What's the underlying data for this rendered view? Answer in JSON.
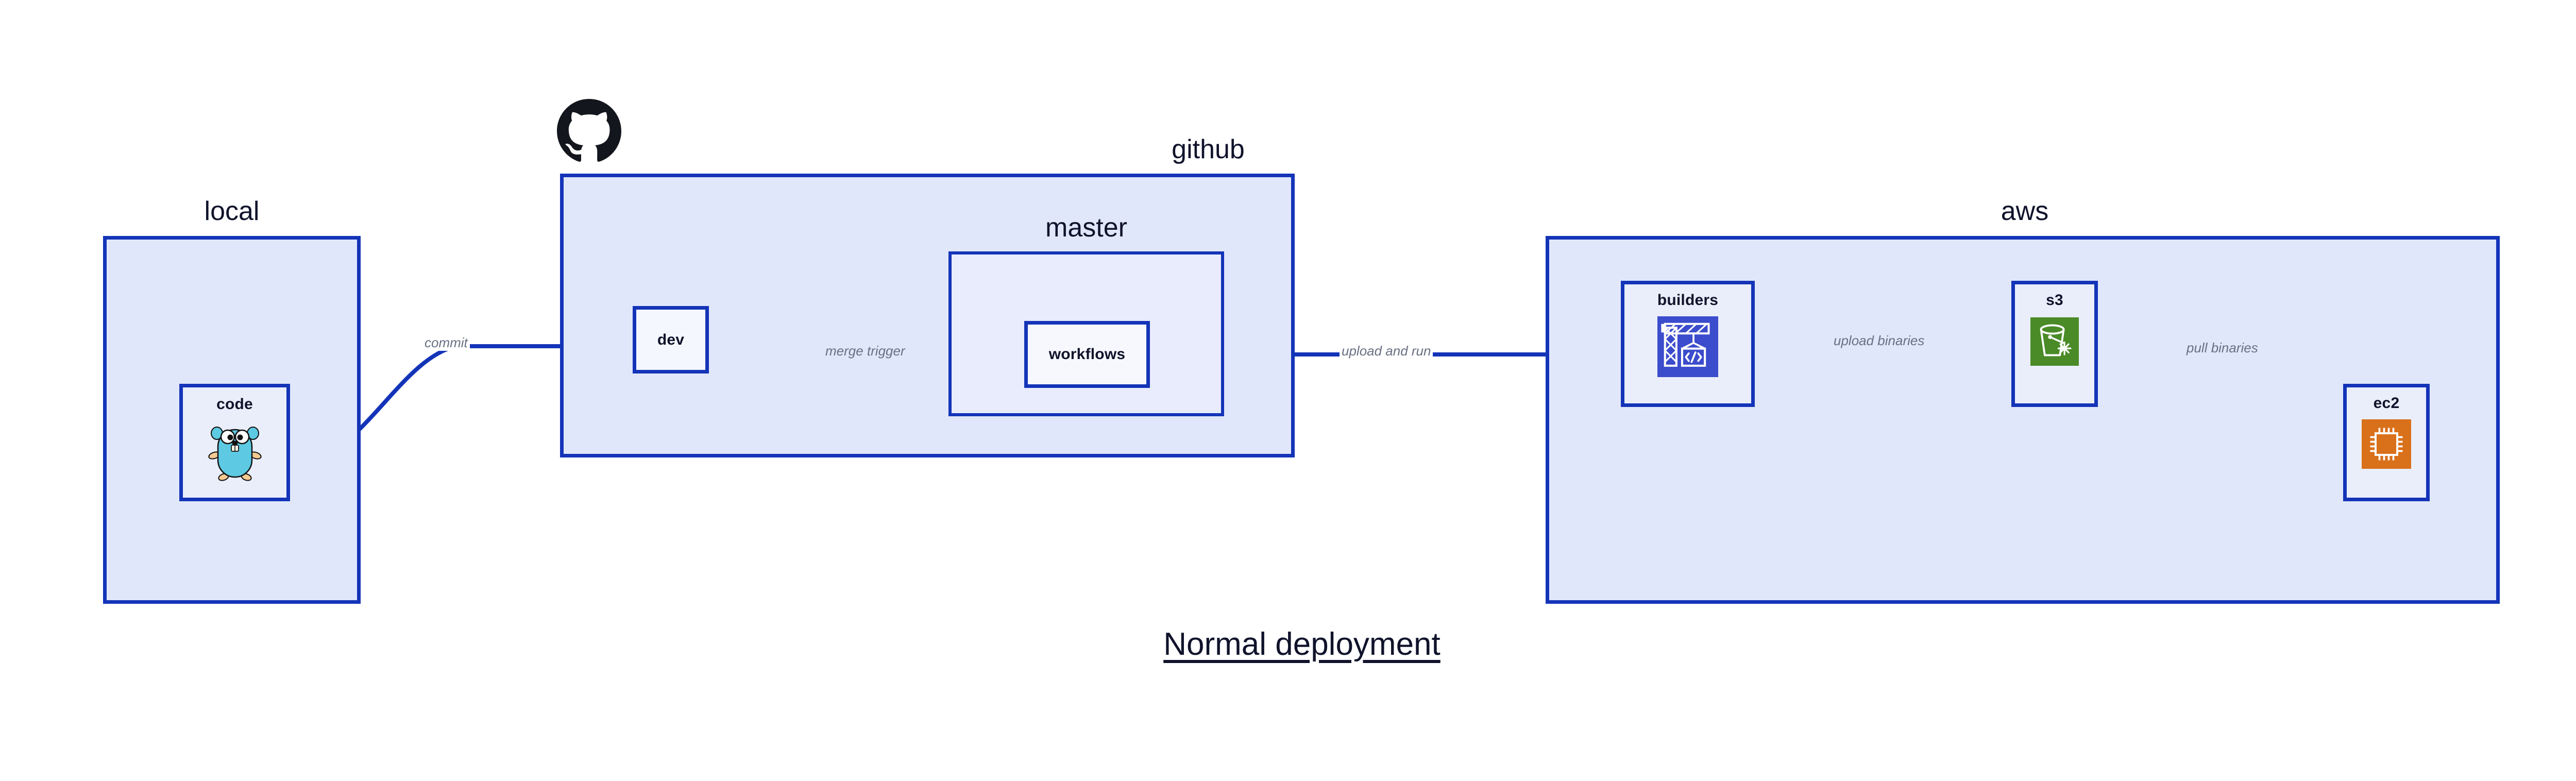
{
  "diagram": {
    "title": "Normal deployment",
    "accent_border": "#1434b8",
    "group_fill": "#e1e7fb",
    "node_fill": "#eaeefb",
    "edge_label_color": "#6a7083",
    "text_color": "#10132b"
  },
  "groups": [
    {
      "id": "local",
      "label": "local"
    },
    {
      "id": "github",
      "label": "github"
    },
    {
      "id": "master",
      "label": "master"
    },
    {
      "id": "aws",
      "label": "aws"
    }
  ],
  "nodes": [
    {
      "id": "code",
      "label": "code",
      "icon": "go-gopher-icon",
      "icon_color": "#5dc9e2"
    },
    {
      "id": "dev",
      "label": "dev",
      "icon": null,
      "icon_color": null
    },
    {
      "id": "workflows",
      "label": "workflows",
      "icon": null,
      "icon_color": null
    },
    {
      "id": "builders",
      "label": "builders",
      "icon": "aws-builder-crane-icon",
      "icon_color": "#3b4ccc"
    },
    {
      "id": "s3",
      "label": "s3",
      "icon": "aws-s3-bucket-icon",
      "icon_color": "#4a8b28"
    },
    {
      "id": "ec2",
      "label": "ec2",
      "icon": "aws-ec2-chip-icon",
      "icon_color": "#d9701a"
    }
  ],
  "edges": [
    {
      "id": "code-to-dev",
      "label": "commit",
      "from": "code",
      "to": "dev"
    },
    {
      "id": "dev-to-workflows",
      "label": "merge trigger",
      "from": "dev",
      "to": "workflows"
    },
    {
      "id": "workflows-to-builders",
      "label": "upload and run",
      "from": "workflows",
      "to": "builders"
    },
    {
      "id": "builders-to-s3",
      "label": "upload binaries",
      "from": "builders",
      "to": "s3"
    },
    {
      "id": "s3-to-ec2",
      "label": "pull binaries",
      "from": "s3",
      "to": "ec2"
    }
  ],
  "logos": [
    {
      "id": "github-logo",
      "name": "github-octocat-logo",
      "color": "#14161d"
    }
  ]
}
